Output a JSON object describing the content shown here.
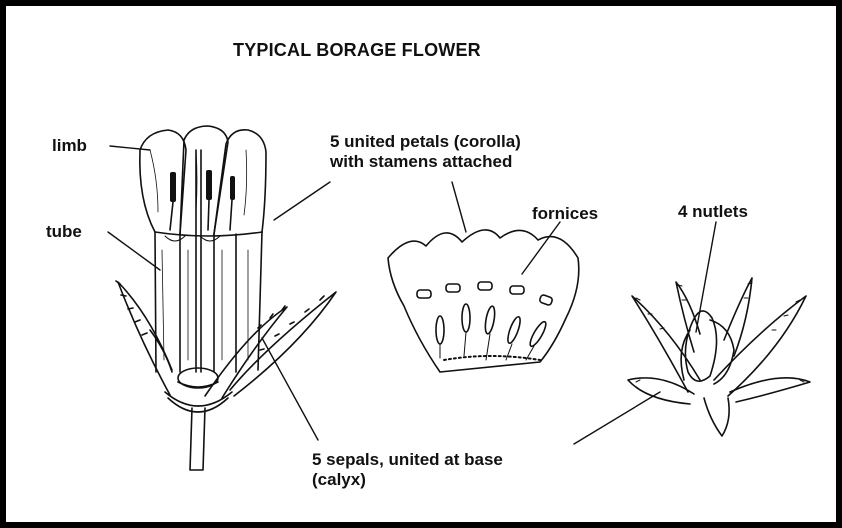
{
  "title": "TYPICAL BORAGE FLOWER",
  "labels": {
    "limb": "limb",
    "tube": "tube",
    "corolla_line1": "5 united petals (corolla)",
    "corolla_line2": "with stamens attached",
    "fornices": "fornices",
    "nutlets": "4 nutlets",
    "sepals_line1": "5 sepals, united at base",
    "sepals_line2": "(calyx)"
  }
}
